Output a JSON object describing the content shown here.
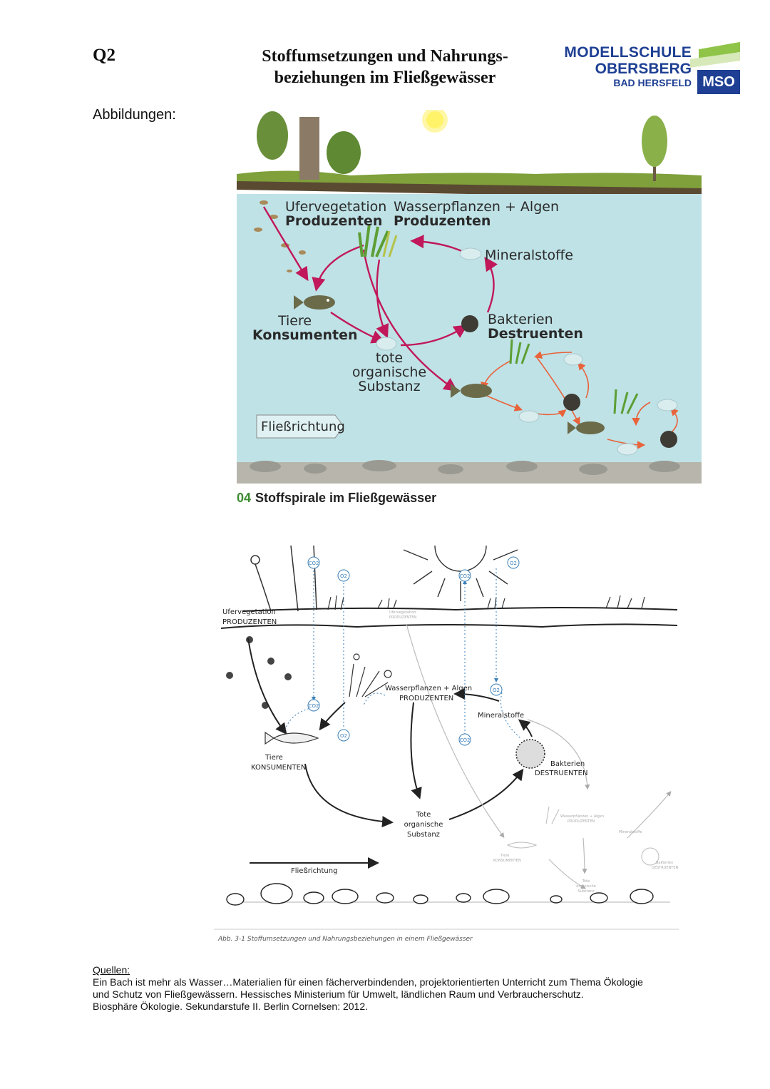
{
  "header": {
    "code": "Q2",
    "title_line1": "Stoffumsetzungen und Nahrungs-",
    "title_line2": "beziehungen im Fließgewässer",
    "logo": {
      "line1": "MODELLSCHULE",
      "line2": "OBERSBERG",
      "line3": "BAD HERSFELD",
      "badge": "MSO",
      "color": "#1e3f93",
      "accent": "#8fc448"
    }
  },
  "section_label": "Abbildungen:",
  "figure1": {
    "ufer_1": "Ufervegetation",
    "ufer_2": "Produzenten",
    "wasser_1": "Wasserpflanzen + Algen",
    "wasser_2": "Produzenten",
    "mineral": "Mineralstoffe",
    "tiere_1": "Tiere",
    "tiere_2": "Konsumenten",
    "bakt_1": "Bakterien",
    "bakt_2": "Destruenten",
    "tote_1": "tote",
    "tote_2": "organische",
    "tote_3": "Substanz",
    "flow": "Fließrichtung",
    "caption_num": "04",
    "caption_text": "Stoffspirale im Fließgewässer",
    "colors": {
      "water": "#bfe2e6",
      "sky": "#ffffff",
      "arrow_main": "#c0185a",
      "arrow_secondary": "#e8623a"
    }
  },
  "figure2": {
    "ufer_1": "Ufervegetation",
    "ufer_2": "PRODUZENTEN",
    "faint_ufer_1": "Ufervegetation",
    "faint_ufer_2": "PRODUZENTEN",
    "wasser_1": "Wasserpflanzen + Algen",
    "wasser_2": "PRODUZENTEN",
    "mineral": "Mineralstoffe",
    "tiere_1": "Tiere",
    "tiere_2": "KONSUMENTEN",
    "bakt_1": "Bakterien",
    "bakt_2": "DESTRUENTEN",
    "tote_1": "Tote",
    "tote_2": "organische",
    "tote_3": "Substanz",
    "flow": "Fließrichtung",
    "co2": "CO2",
    "o2": "O2",
    "faint_wasser_1": "Wasserpflanzen + Algen",
    "faint_wasser_2": "PRODUZENTEN",
    "faint_mineral": "Mineralstoffe",
    "faint_tiere_1": "Tiere",
    "faint_tiere_2": "KONSUMENTEN",
    "faint_bakt_1": "Bakterien",
    "faint_bakt_2": "DESTRUENTEN",
    "faint_tote_1": "Tote",
    "faint_tote_2": "organische",
    "faint_tote_3": "Substanz",
    "caption": "Abb. 3-1 Stoffumsetzungen und Nahrungsbeziehungen in einem Fließgewässer"
  },
  "sources": {
    "heading": "Quellen:",
    "line1": "Ein Bach ist mehr als Wasser…Materialien für einen fächerverbindenden, projektorientierten Unterricht zum Thema Ökologie",
    "line2": "und Schutz von Fließgewässern. Hessisches Ministerium für Umwelt, ländlichen Raum und Verbraucherschutz.",
    "line3": "Biosphäre Ökologie. Sekundarstufe II. Berlin Cornelsen: 2012."
  }
}
